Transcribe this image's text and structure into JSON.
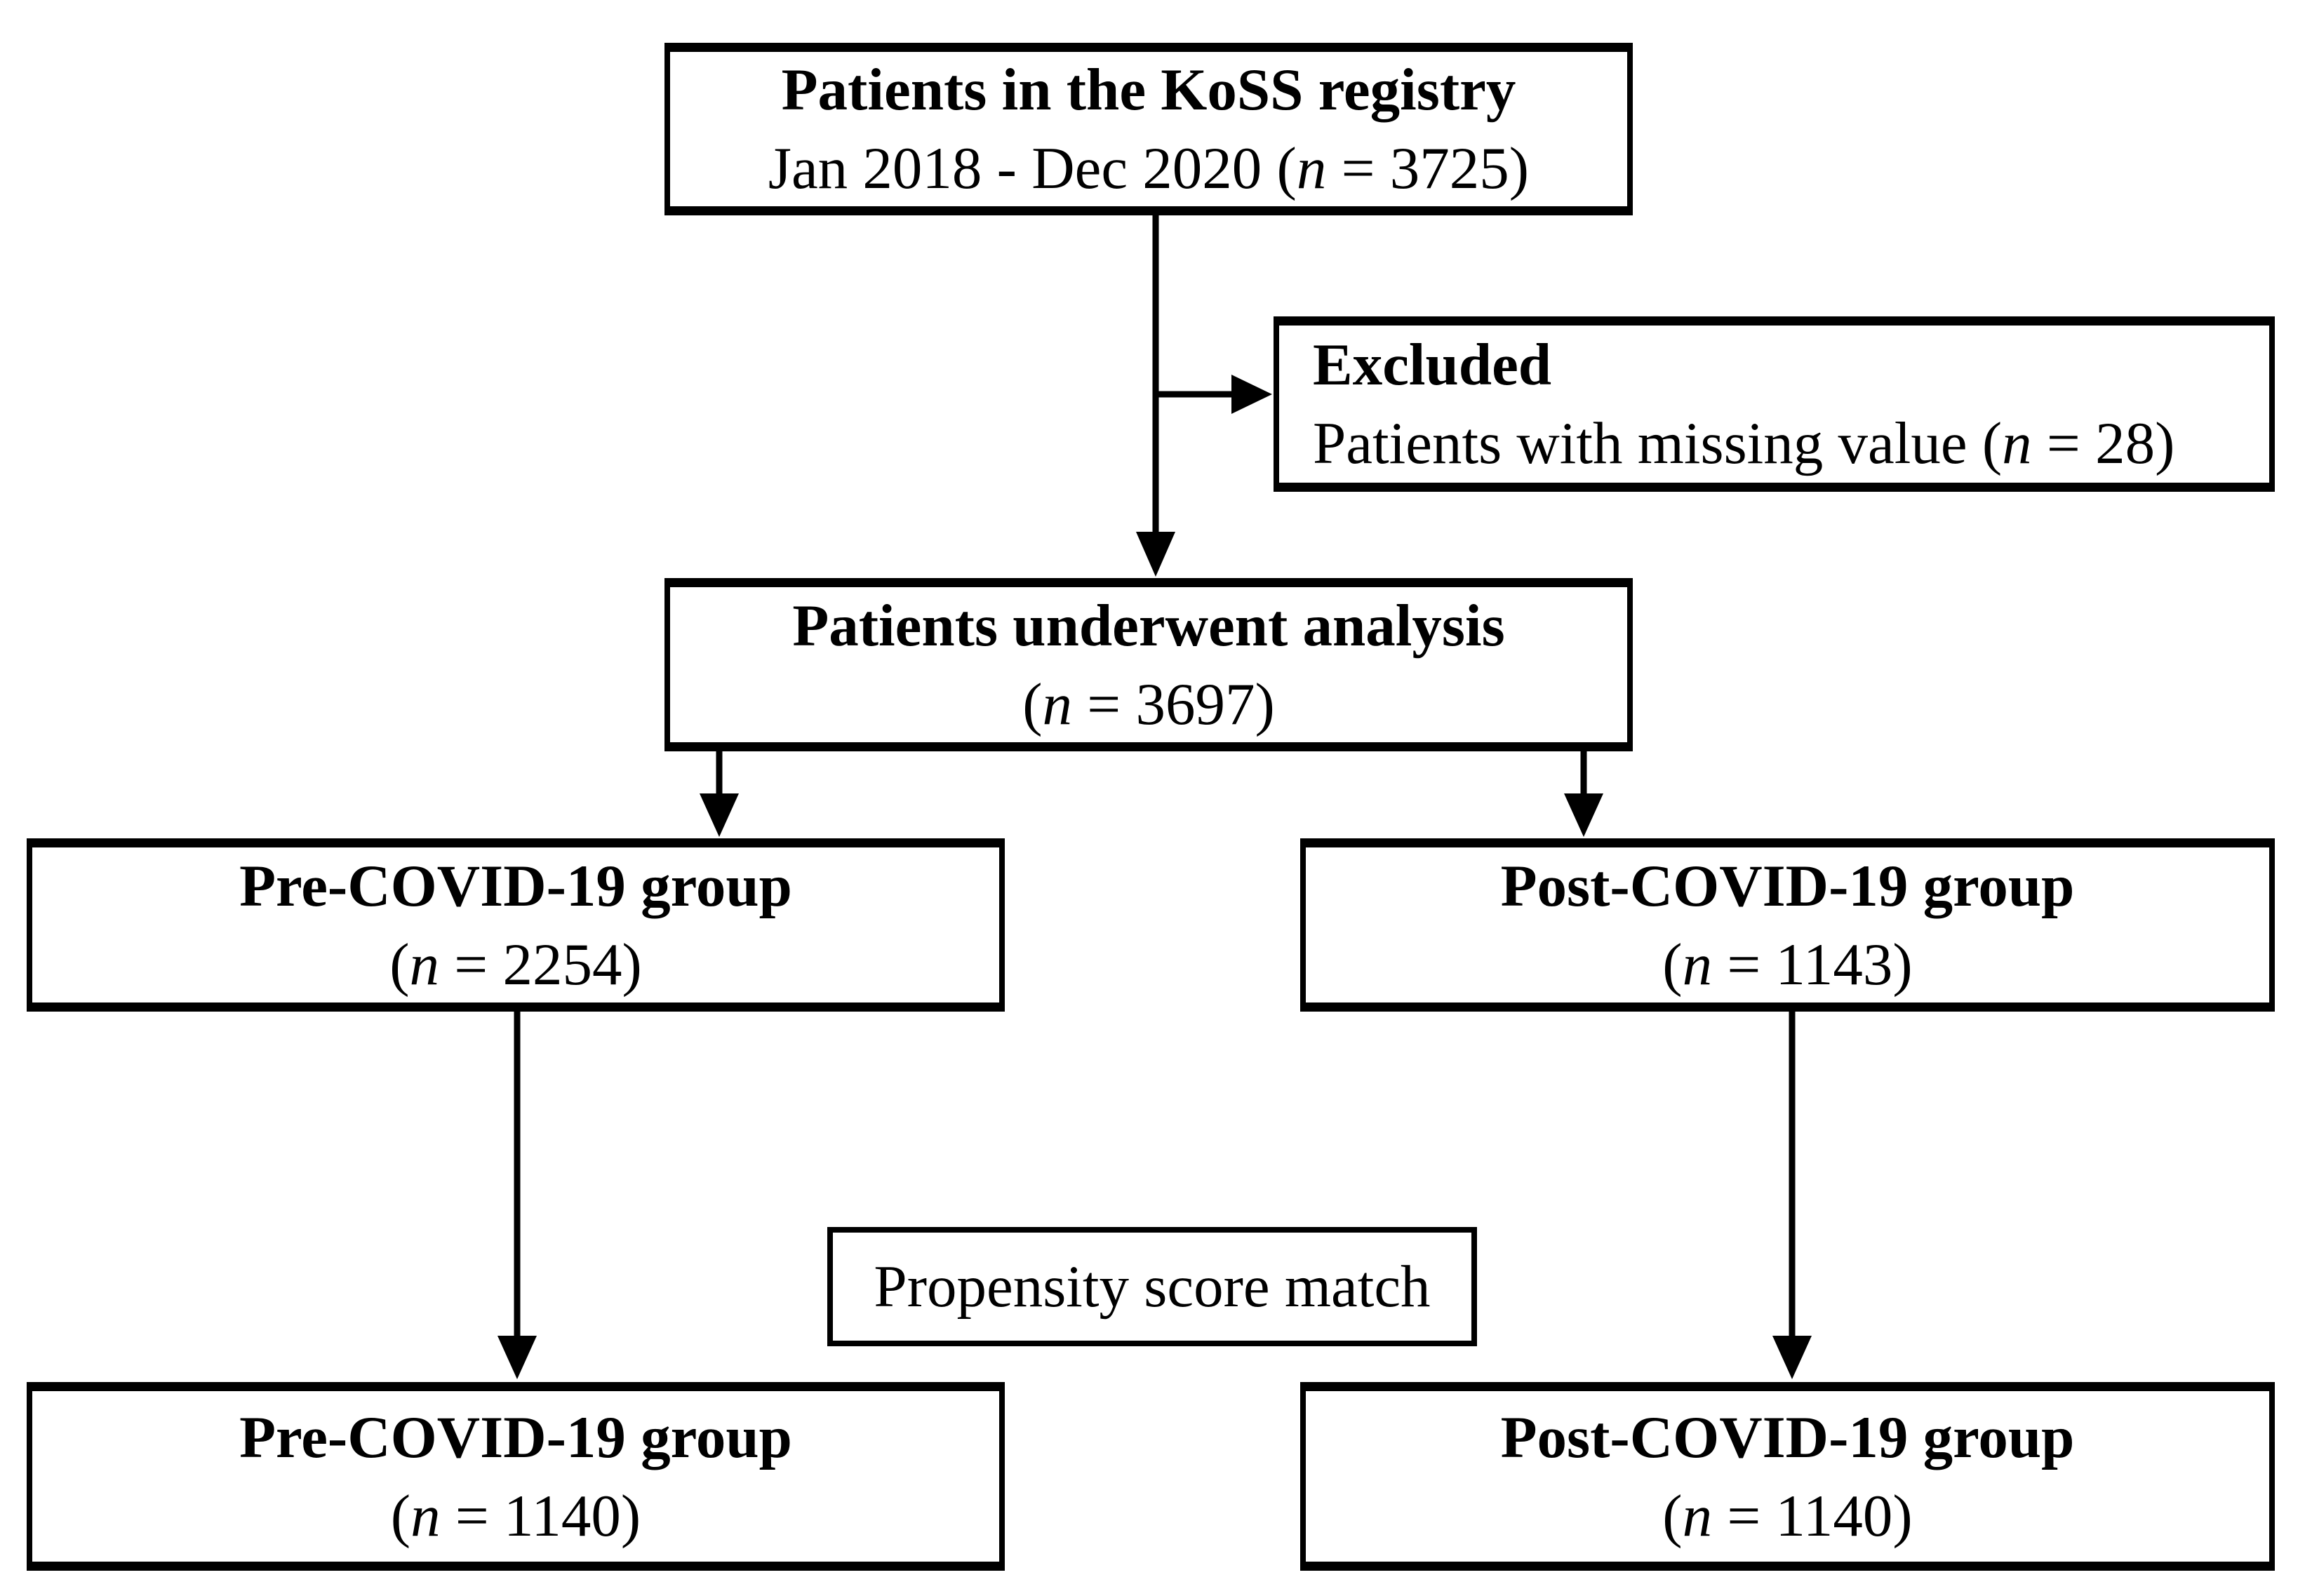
{
  "colors": {
    "box_border": "#000000",
    "box_background": "#ffffff",
    "text": "#000000",
    "page_background": "#ffffff"
  },
  "nodes": {
    "registry": {
      "title": "Patients in the KoSS registry",
      "detail_prefix": "Jan 2018 - Dec 2020 (",
      "detail_n": "n",
      "detail_suffix": " = 3725)"
    },
    "excluded": {
      "title": "Excluded",
      "detail_prefix": "Patients with missing value (",
      "detail_n": "n",
      "detail_suffix": " = 28)"
    },
    "analysis": {
      "title": "Patients underwent analysis",
      "detail_prefix": "(",
      "detail_n": "n",
      "detail_suffix": " = 3697)"
    },
    "pre_covid": {
      "title": "Pre-COVID-19 group",
      "detail_prefix": "(",
      "detail_n": "n",
      "detail_suffix": " = 2254)"
    },
    "post_covid": {
      "title": "Post-COVID-19 group",
      "detail_prefix": "(",
      "detail_n": "n",
      "detail_suffix": " = 1143)"
    },
    "propensity": {
      "label": "Propensity score match"
    },
    "pre_covid_matched": {
      "title": "Pre-COVID-19 group",
      "detail_prefix": "(",
      "detail_n": "n",
      "detail_suffix": " = 1140)"
    },
    "post_covid_matched": {
      "title": "Post-COVID-19 group",
      "detail_prefix": "(",
      "detail_n": "n",
      "detail_suffix": " = 1140)"
    }
  }
}
